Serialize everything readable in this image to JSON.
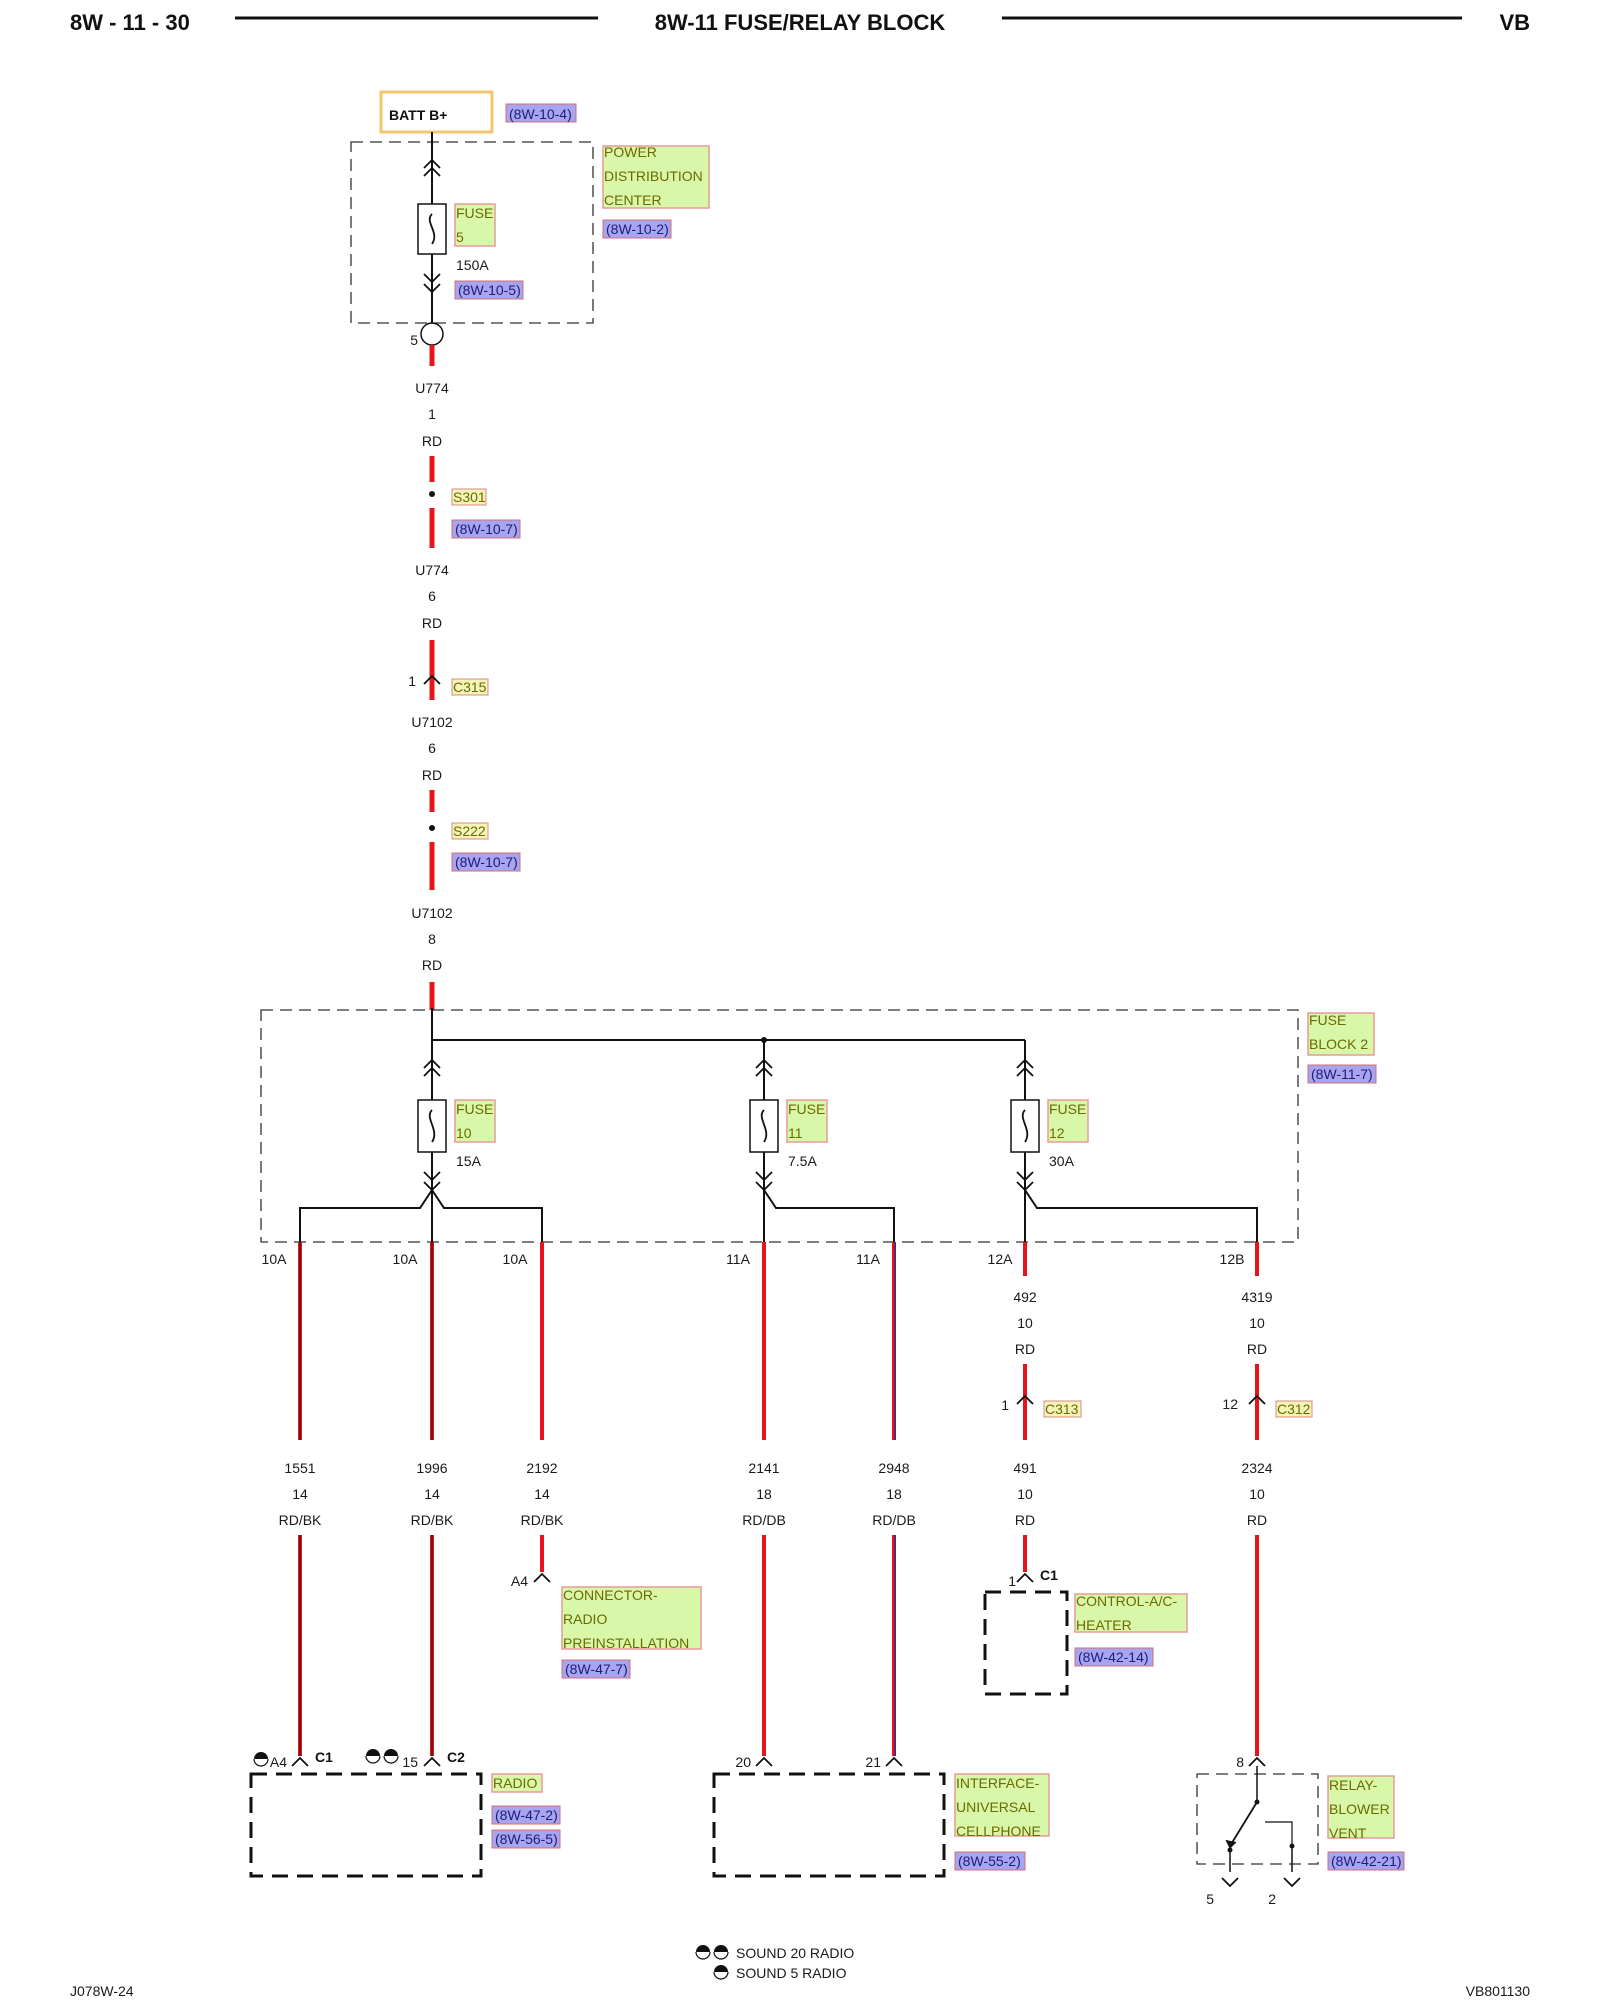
{
  "header": {
    "page_ref": "8W - 11 - 30",
    "title": "8W-11 FUSE/RELAY BLOCK",
    "vehicle_code": "VB"
  },
  "footer": {
    "left_code": "J078W-24",
    "right_code": "VB801130",
    "legend": [
      {
        "icon": "two-half-circle-icon",
        "text": "SOUND 20 RADIO"
      },
      {
        "icon": "half-circle-icon",
        "text": "SOUND 5 RADIO"
      }
    ]
  },
  "source": {
    "batt_label": "BATT B+",
    "batt_ref": "(8W-10-4)",
    "pdc_name": [
      "POWER",
      "DISTRIBUTION",
      "CENTER"
    ],
    "pdc_ref": "(8W-10-2)",
    "fuse_name": [
      "FUSE",
      "5"
    ],
    "fuse_rating": "150A",
    "fuse_ref": "(8W-10-5)",
    "pdc_pin": "5"
  },
  "trunk": [
    {
      "circuit": "U774",
      "gauge": "1",
      "color": "RD"
    },
    {
      "splice": "S301",
      "ref": "(8W-10-7)"
    },
    {
      "circuit": "U774",
      "gauge": "6",
      "color": "RD"
    },
    {
      "connector": "C315",
      "pin": "1"
    },
    {
      "circuit": "U7102",
      "gauge": "6",
      "color": "RD"
    },
    {
      "splice": "S222",
      "ref": "(8W-10-7)"
    },
    {
      "circuit": "U7102",
      "gauge": "8",
      "color": "RD"
    }
  ],
  "fuse_block": {
    "name": [
      "FUSE",
      "BLOCK 2"
    ],
    "ref": "(8W-11-7)",
    "fuses": [
      {
        "name": [
          "FUSE",
          "10"
        ],
        "rating": "15A"
      },
      {
        "name": [
          "FUSE",
          "11"
        ],
        "rating": "7.5A"
      },
      {
        "name": [
          "FUSE",
          "12"
        ],
        "rating": "30A"
      }
    ]
  },
  "outputs": [
    {
      "terminal": "10A",
      "circuit": "1551",
      "gauge": "14",
      "color": "RD/BK"
    },
    {
      "terminal": "10A",
      "circuit": "1996",
      "gauge": "14",
      "color": "RD/BK"
    },
    {
      "terminal": "10A",
      "circuit": "2192",
      "gauge": "14",
      "color": "RD/BK"
    },
    {
      "terminal": "11A",
      "circuit": "2141",
      "gauge": "18",
      "color": "RD/DB"
    },
    {
      "terminal": "11A",
      "circuit": "2948",
      "gauge": "18",
      "color": "RD/DB"
    },
    {
      "terminal": "12A",
      "circuit": "492",
      "gauge": "10",
      "color": "RD"
    },
    {
      "terminal": "12B",
      "circuit": "4319",
      "gauge": "10",
      "color": "RD"
    }
  ],
  "inline_connectors": [
    {
      "name": "C313",
      "pin": "1",
      "circuit": "491",
      "gauge": "10",
      "color": "RD"
    },
    {
      "name": "C312",
      "pin": "12",
      "circuit": "2324",
      "gauge": "10",
      "color": "RD"
    }
  ],
  "components": {
    "radio": {
      "name": "RADIO",
      "refs": [
        "(8W-47-2)",
        "(8W-56-5)"
      ],
      "pins": [
        {
          "pin": "A4",
          "connector": "C1"
        },
        {
          "pin": "15",
          "connector": "C2"
        }
      ]
    },
    "radio_preinstall": {
      "name": [
        "CONNECTOR-",
        "RADIO",
        "PREINSTALLATION"
      ],
      "ref": "(8W-47-7)",
      "pin": "A4"
    },
    "cellphone": {
      "name": [
        "INTERFACE-",
        "UNIVERSAL",
        "CELLPHONE"
      ],
      "ref": "(8W-55-2)",
      "pins": [
        "20",
        "21"
      ]
    },
    "hvac": {
      "name": [
        "CONTROL-A/C-",
        "HEATER"
      ],
      "ref": "(8W-42-14)",
      "pin": "1",
      "connector": "C1"
    },
    "relay": {
      "name": [
        "RELAY-",
        "BLOWER",
        "VENT"
      ],
      "ref": "(8W-42-21)",
      "pins": [
        "8",
        "5",
        "2"
      ]
    }
  },
  "colors": {
    "wire_red": "#e8141c",
    "component_label_bg": "#d9f7a8",
    "reference_label_bg": "#a8a4f0",
    "connector_label_bg": "#f4f4b8"
  }
}
